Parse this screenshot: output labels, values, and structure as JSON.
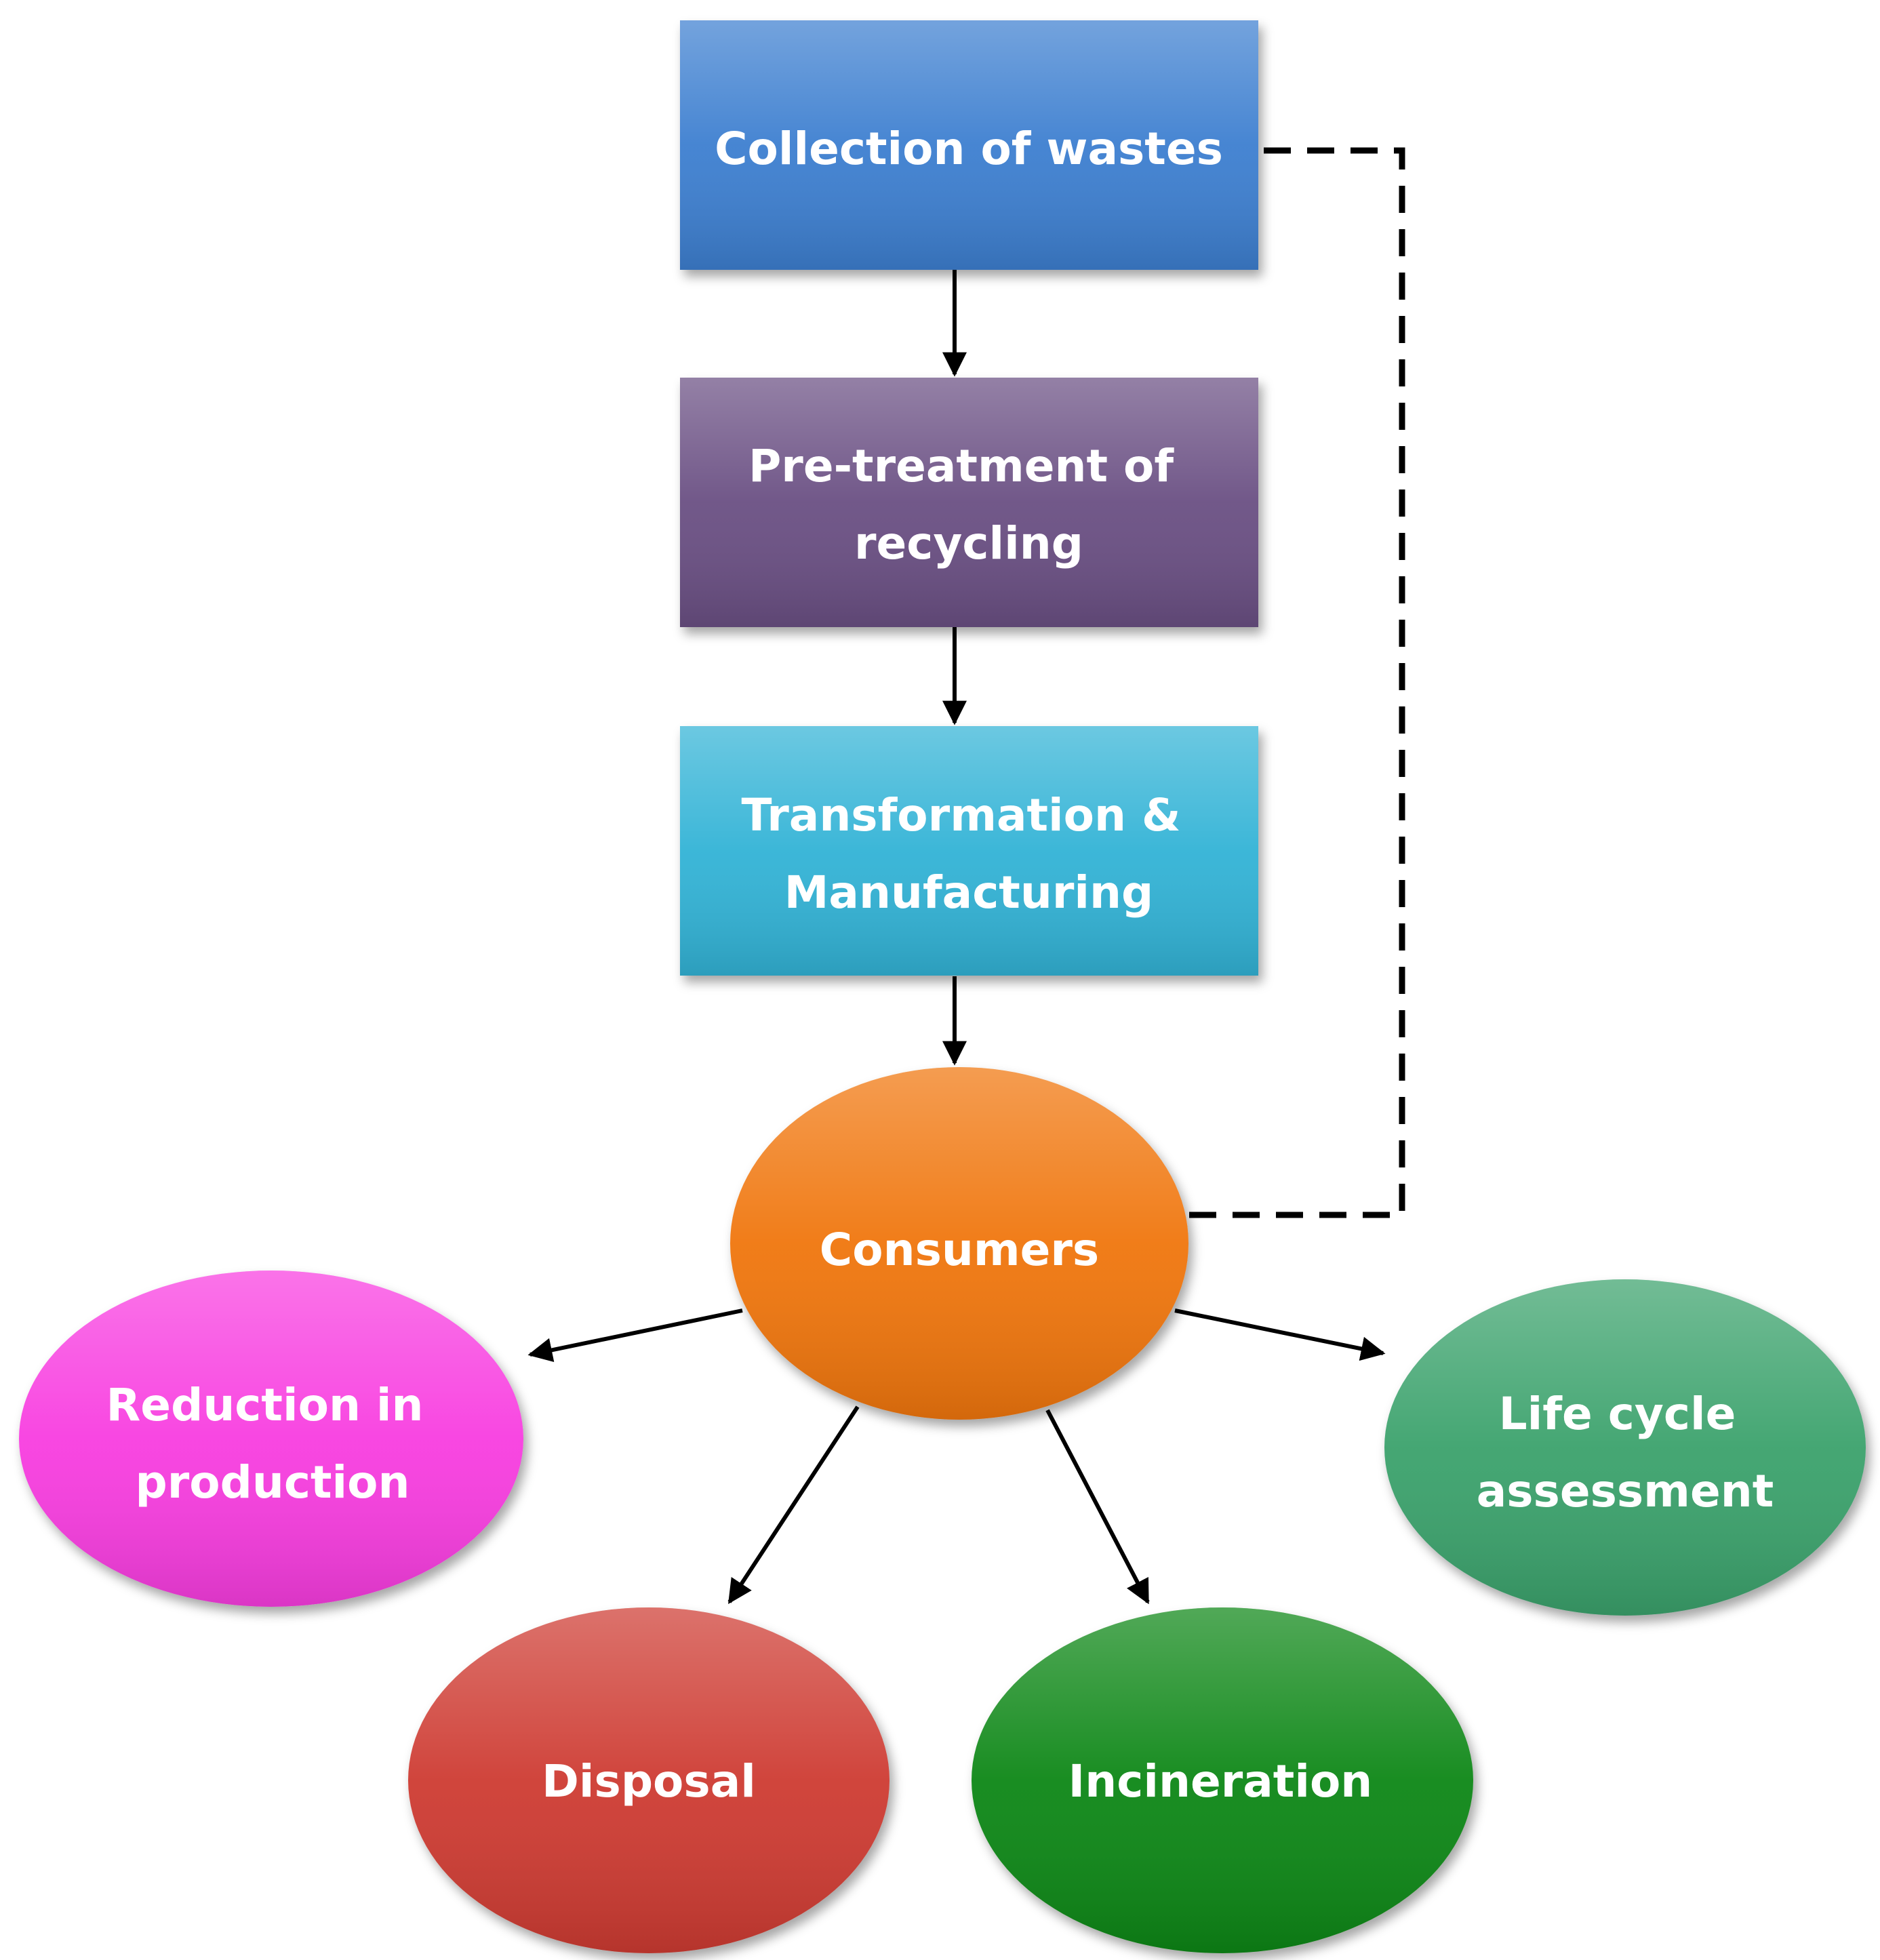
{
  "nodes": {
    "collection": {
      "lines": [
        "Collection of wastes"
      ],
      "color": "#3c7fd0"
    },
    "pretreatment": {
      "lines": [
        "Pre-treatment of",
        "recycling"
      ],
      "color": "#6a4f83"
    },
    "transformation": {
      "lines": [
        "Transformation &",
        "Manufacturing"
      ],
      "color": "#33b3d6"
    },
    "consumers": {
      "lines": [
        "Consumers"
      ],
      "color": "#f0760f"
    },
    "reduction": {
      "lines": [
        "Reduction in",
        "production"
      ],
      "color": "#f83ee0"
    },
    "lifecycle": {
      "lines": [
        "Life cycle",
        "assessment"
      ],
      "color": "#3aa26c"
    },
    "disposal": {
      "lines": [
        "Disposal"
      ],
      "color": "#ce3b30"
    },
    "incineration": {
      "lines": [
        "Incineration"
      ],
      "color": "#0c8712"
    }
  },
  "colors": {
    "edge": "#000000",
    "background": "#ffffff"
  }
}
